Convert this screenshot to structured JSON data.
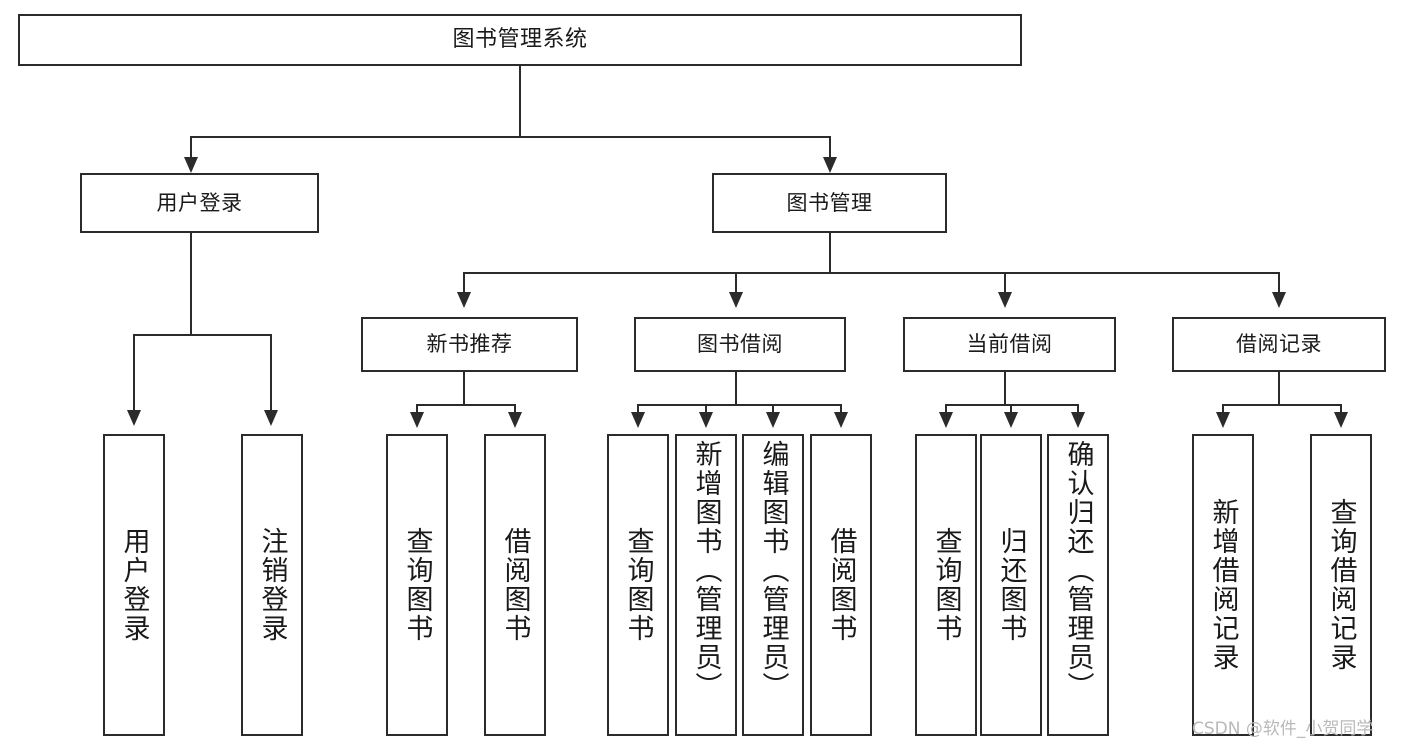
{
  "diagram": {
    "title": "图书管理系统",
    "type": "tree-hierarchy",
    "watermark": "CSDN @软件_小贺同学",
    "root": {
      "id": "root",
      "label": "图书管理系统"
    },
    "level2": [
      {
        "id": "user-login",
        "label": "用户登录"
      },
      {
        "id": "book-manage",
        "label": "图书管理"
      }
    ],
    "level3": [
      {
        "id": "new-book-rec",
        "label": "新书推荐"
      },
      {
        "id": "book-borrow",
        "label": "图书借阅"
      },
      {
        "id": "current-borrow",
        "label": "当前借阅"
      },
      {
        "id": "borrow-record",
        "label": "借阅记录"
      }
    ],
    "leaves": [
      {
        "id": "leaf-user-login",
        "label": "用户登录",
        "parent": "user-login"
      },
      {
        "id": "leaf-user-logout",
        "label": "注销登录",
        "parent": "user-login"
      },
      {
        "id": "leaf-query-book-1",
        "label": "查询图书",
        "parent": "new-book-rec"
      },
      {
        "id": "leaf-borrow-book-1",
        "label": "借阅图书",
        "parent": "new-book-rec"
      },
      {
        "id": "leaf-query-book-2",
        "label": "查询图书",
        "parent": "book-borrow"
      },
      {
        "id": "leaf-add-book",
        "label": "新增图书（管理员）",
        "parent": "book-borrow"
      },
      {
        "id": "leaf-edit-book",
        "label": "编辑图书（管理员）",
        "parent": "book-borrow"
      },
      {
        "id": "leaf-borrow-book-2",
        "label": "借阅图书",
        "parent": "book-borrow"
      },
      {
        "id": "leaf-query-book-3",
        "label": "查询图书",
        "parent": "current-borrow"
      },
      {
        "id": "leaf-return-book",
        "label": "归还图书",
        "parent": "current-borrow"
      },
      {
        "id": "leaf-confirm-return",
        "label": "确认归还（管理员）",
        "parent": "current-borrow"
      },
      {
        "id": "leaf-add-record",
        "label": "新增借阅记录",
        "parent": "borrow-record"
      },
      {
        "id": "leaf-query-record",
        "label": "查询借阅记录",
        "parent": "borrow-record"
      }
    ],
    "colors": {
      "stroke": "#2b2b2b",
      "fill": "#ffffff",
      "text": "#1a1a1a",
      "watermark": "#b9b9b9"
    }
  }
}
